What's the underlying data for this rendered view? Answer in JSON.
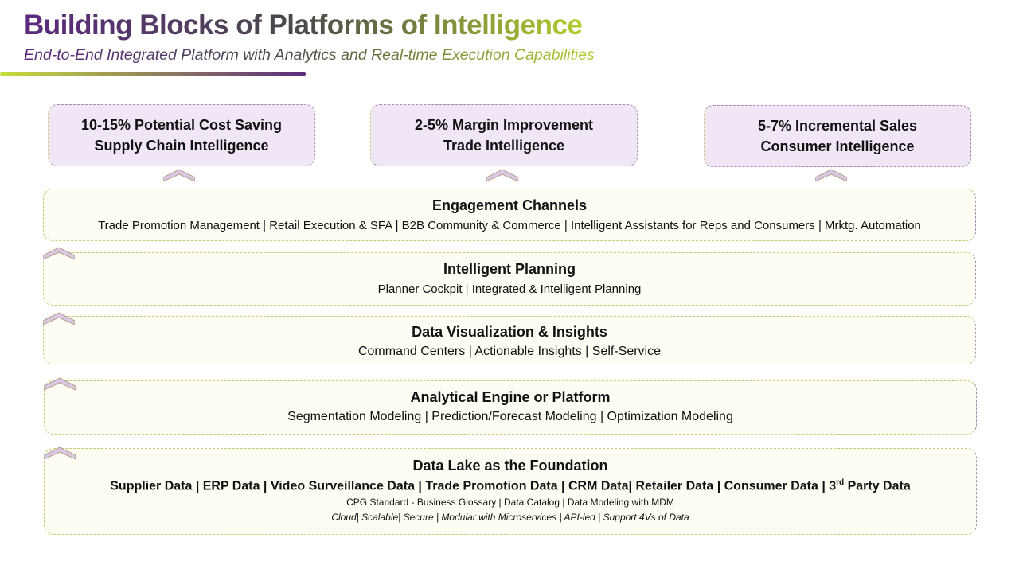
{
  "header": {
    "title": "Building Blocks of Platforms of Intelligence",
    "subtitle": "End-to-End Integrated Platform with Analytics and Real-time Execution Capabilities"
  },
  "outcomes": [
    {
      "line1": "10-15% Potential Cost Saving",
      "line2": "Supply Chain Intelligence"
    },
    {
      "line1": "2-5% Margin Improvement",
      "line2": "Trade Intelligence"
    },
    {
      "line1": "5-7% Incremental Sales",
      "line2": "Consumer Intelligence"
    }
  ],
  "layers": {
    "engagement": {
      "title": "Engagement Channels",
      "items": "Trade Promotion Management  | Retail Execution & SFA | B2B Community & Commerce | Intelligent Assistants for Reps and Consumers | Mrktg. Automation"
    },
    "planning": {
      "title": "Intelligent Planning",
      "items": "Planner Cockpit | Integrated & Intelligent Planning"
    },
    "visualization": {
      "title": "Data Visualization  & Insights",
      "items": "Command Centers | Actionable Insights | Self-Service"
    },
    "analytics": {
      "title": "Analytical Engine or Platform",
      "items": "Segmentation Modeling | Prediction/Forecast Modeling | Optimization Modeling"
    },
    "datalake": {
      "title": "Data Lake as the Foundation",
      "sources": "Supplier Data | ERP Data | Video Surveillance Data | Trade Promotion Data | CRM Data| Retailer Data | Consumer Data | 3",
      "sources_sup": "rd",
      "sources_end": " Party Data",
      "governance": "CPG Standard - Business Glossary | Data Catalog | Data Modeling with MDM",
      "qualities": "Cloud| Scalable| Secure |  Modular with Microservices | API-led | Support 4Vs of Data"
    }
  },
  "colors": {
    "purple": "#5c2a7e",
    "green": "#b5cc2e",
    "chevron": "#dcc6e6"
  }
}
